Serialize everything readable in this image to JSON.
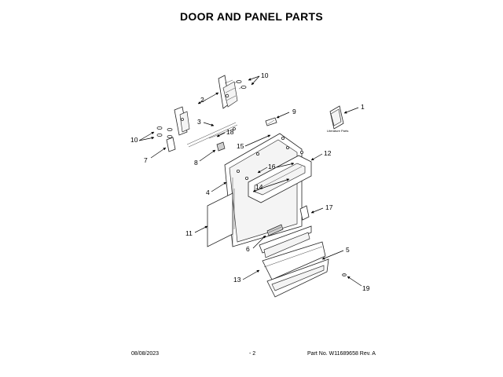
{
  "title": "DOOR AND PANEL PARTS",
  "literature_label": "Literature Parts",
  "callouts": {
    "c1": "1",
    "c2": "2",
    "c3": "3",
    "c4": "4",
    "c5": "5",
    "c6": "6",
    "c7": "7",
    "c8": "8",
    "c9": "9",
    "c10a": "10",
    "c10b": "10",
    "c11": "11",
    "c12": "12",
    "c13": "13",
    "c14": "14",
    "c15": "15",
    "c16": "16",
    "c17": "17",
    "c18": "18",
    "c19": "19"
  },
  "footer": {
    "date": "08/08/2023",
    "page": "- 2",
    "part": "Part No.  W11689658   Rev.  A"
  }
}
